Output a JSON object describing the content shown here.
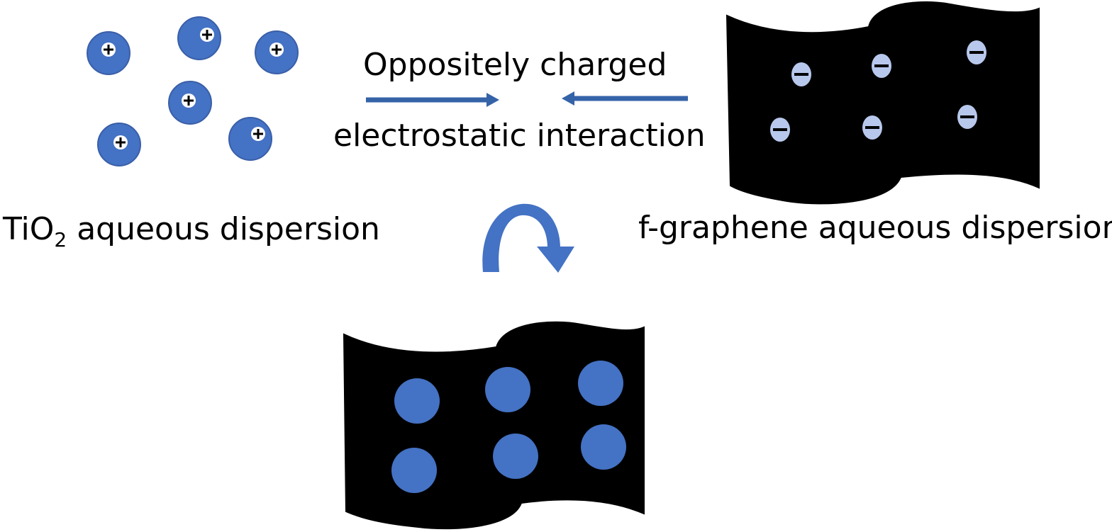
{
  "labels": {
    "interaction_line1": "Oppositely charged",
    "interaction_line2": "electrostatic interaction",
    "tio2_prefix": "TiO",
    "tio2_subscript": "2",
    "tio2_suffix": " aqueous dispersion",
    "graphene": "f-graphene aqueous dispersion"
  },
  "colors": {
    "particle_blue": "#4472C4",
    "particle_outline": "#3a5fa8",
    "sheet_black": "#000000",
    "negative_site": "#b8c8ec",
    "arrow_blue": "#3563a8",
    "curved_arrow_blue": "#4472C4"
  },
  "symbols": {
    "positive_charge": "+",
    "negative_charge": "−"
  },
  "icons": {
    "tio2_particle": "positive-particle-icon",
    "graphene_sheet": "graphene-sheet-icon",
    "composite": "tio2-graphene-composite-icon",
    "arrow": "curved-arrow-icon"
  }
}
